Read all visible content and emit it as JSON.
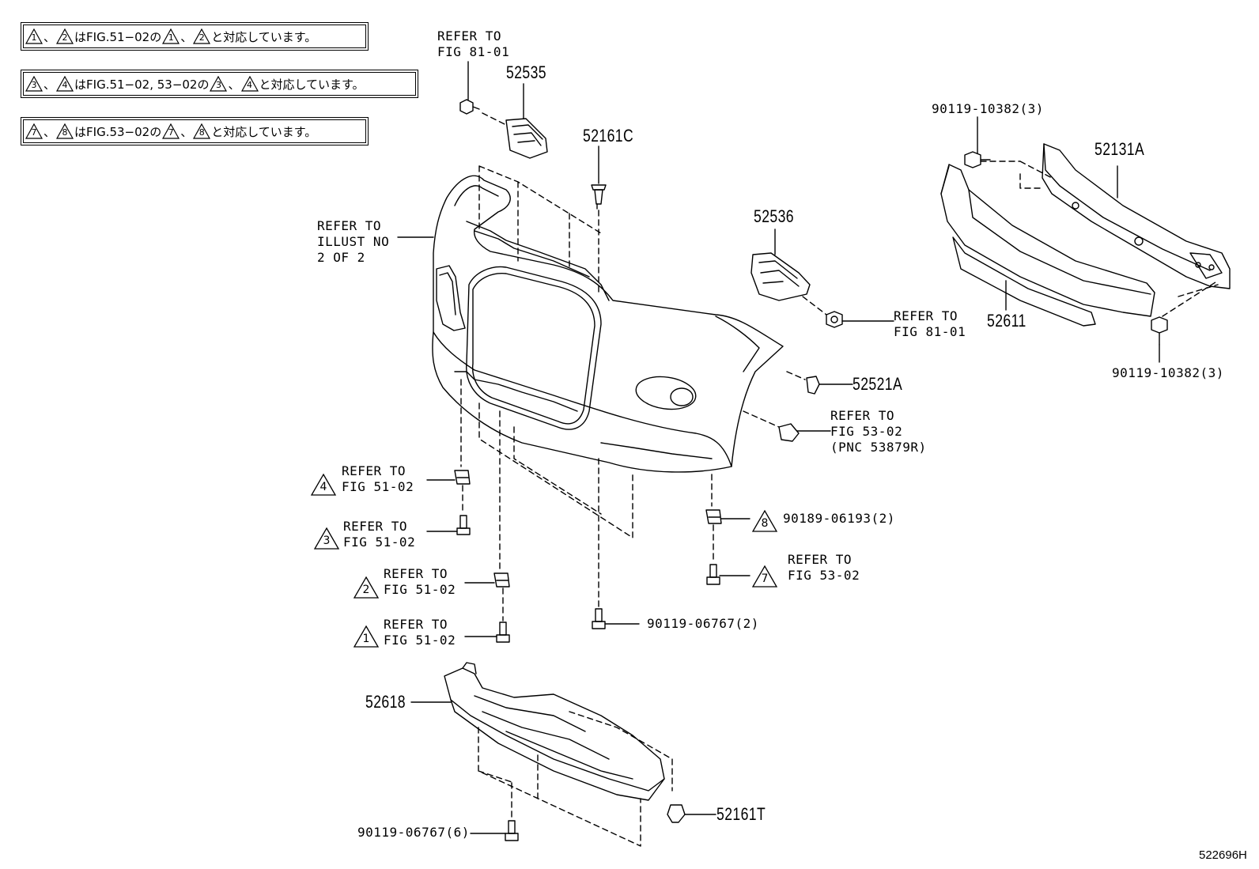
{
  "notes": [
    {
      "a": "1",
      "b": "2",
      "text1": "はFIG.51−02の",
      "c": "1",
      "d": "2",
      "text2": "と対応しています。",
      "sep": "、"
    },
    {
      "a": "3",
      "b": "4",
      "text1": "はFIG.51−02, 53−02の",
      "c": "3",
      "d": "4",
      "text2": "と対応しています。",
      "sep": "、"
    },
    {
      "a": "7",
      "b": "8",
      "text1": "はFIG.53−02の",
      "c": "7",
      "d": "8",
      "text2": "と対応しています。",
      "sep": "、"
    }
  ],
  "labels": {
    "ref_fig8101_top": "REFER TO\nFIG 81-01",
    "p52535": "52535",
    "p52161C": "52161C",
    "ref_illust": "REFER TO\nILLUST NO\n2 OF 2",
    "p52536": "52536",
    "ref_fig8101_mid": "REFER TO\nFIG 81-01",
    "p90119_10382_top": "90119-10382(3)",
    "p52131A": "52131A",
    "p52611": "52611",
    "p90119_10382_bot": "90119-10382(3)",
    "p52521A": "52521A",
    "ref_fig5302_pnc": "REFER TO\nFIG 53-02\n(PNC 53879R)",
    "ref4": "REFER TO\nFIG 51-02",
    "ref3": "REFER TO\nFIG 51-02",
    "ref2": "REFER TO\nFIG 51-02",
    "ref1": "REFER TO\nFIG 51-02",
    "p90189": "90189-06193(2)",
    "ref7": "REFER TO\nFIG 53-02",
    "p90119_06767_2": "90119-06767(2)",
    "p52618": "52618",
    "p90119_06767_6": "90119-06767(6)",
    "p52161T": "52161T",
    "code": "522696H"
  },
  "markers": {
    "m4": "4",
    "m3": "3",
    "m2": "2",
    "m1": "1",
    "m8": "8",
    "m7": "7"
  }
}
